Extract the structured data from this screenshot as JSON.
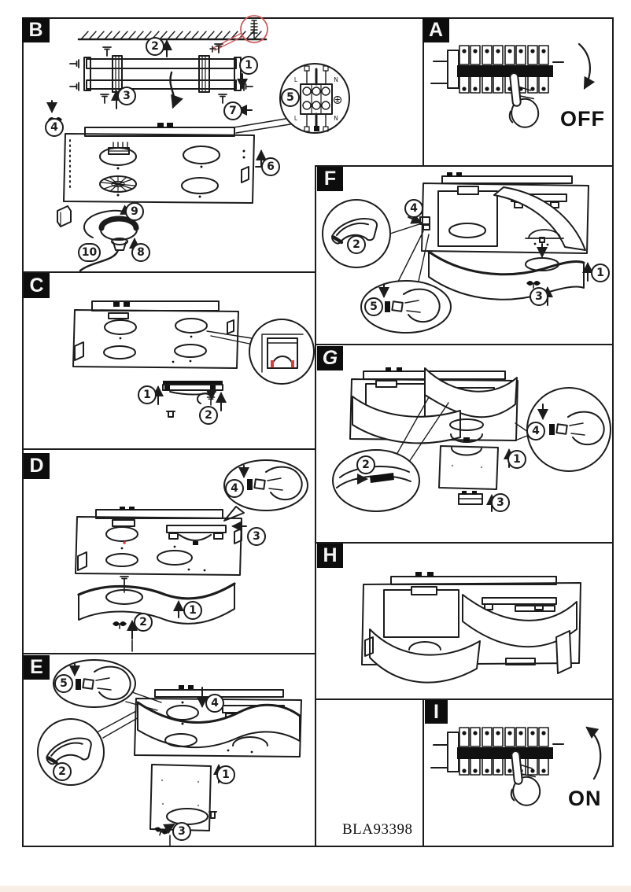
{
  "document": {
    "type": "installation-instruction-sheet",
    "product_code": "BLA93398"
  },
  "colors": {
    "ink": "#1c1c1c",
    "paper": "#ffffff",
    "accent_red": "#cc5c5c",
    "clip_mark_red": "#e03c3c"
  },
  "icons": {
    "anchor_detail": "screw-anchor-icon",
    "terminal_ground": "ground-terminal-icon",
    "hand_point": "pointing-hand-icon",
    "hand_fastener": "hand-with-fastener-icon",
    "clip_piece": "mounting-clip-icon",
    "wing_fastener": "wing-screw-icon"
  },
  "panels": {
    "A": {
      "label": "A",
      "caption": "OFF"
    },
    "B": {
      "label": "B",
      "steps": [
        "1",
        "2",
        "3",
        "4",
        "5",
        "6",
        "7",
        "8",
        "9",
        "10"
      ],
      "terminal_labels": [
        "L",
        "N",
        "L",
        "N"
      ]
    },
    "C": {
      "label": "C",
      "steps": [
        "1",
        "2"
      ]
    },
    "D": {
      "label": "D",
      "steps": [
        "1",
        "2",
        "3",
        "4"
      ]
    },
    "E": {
      "label": "E",
      "steps": [
        "1",
        "2",
        "3",
        "4",
        "5"
      ]
    },
    "F": {
      "label": "F",
      "steps": [
        "1",
        "2",
        "3",
        "4",
        "5"
      ]
    },
    "G": {
      "label": "G",
      "steps": [
        "1",
        "2",
        "3",
        "4"
      ]
    },
    "H": {
      "label": "H"
    },
    "I": {
      "label": "I",
      "caption": "ON"
    }
  }
}
